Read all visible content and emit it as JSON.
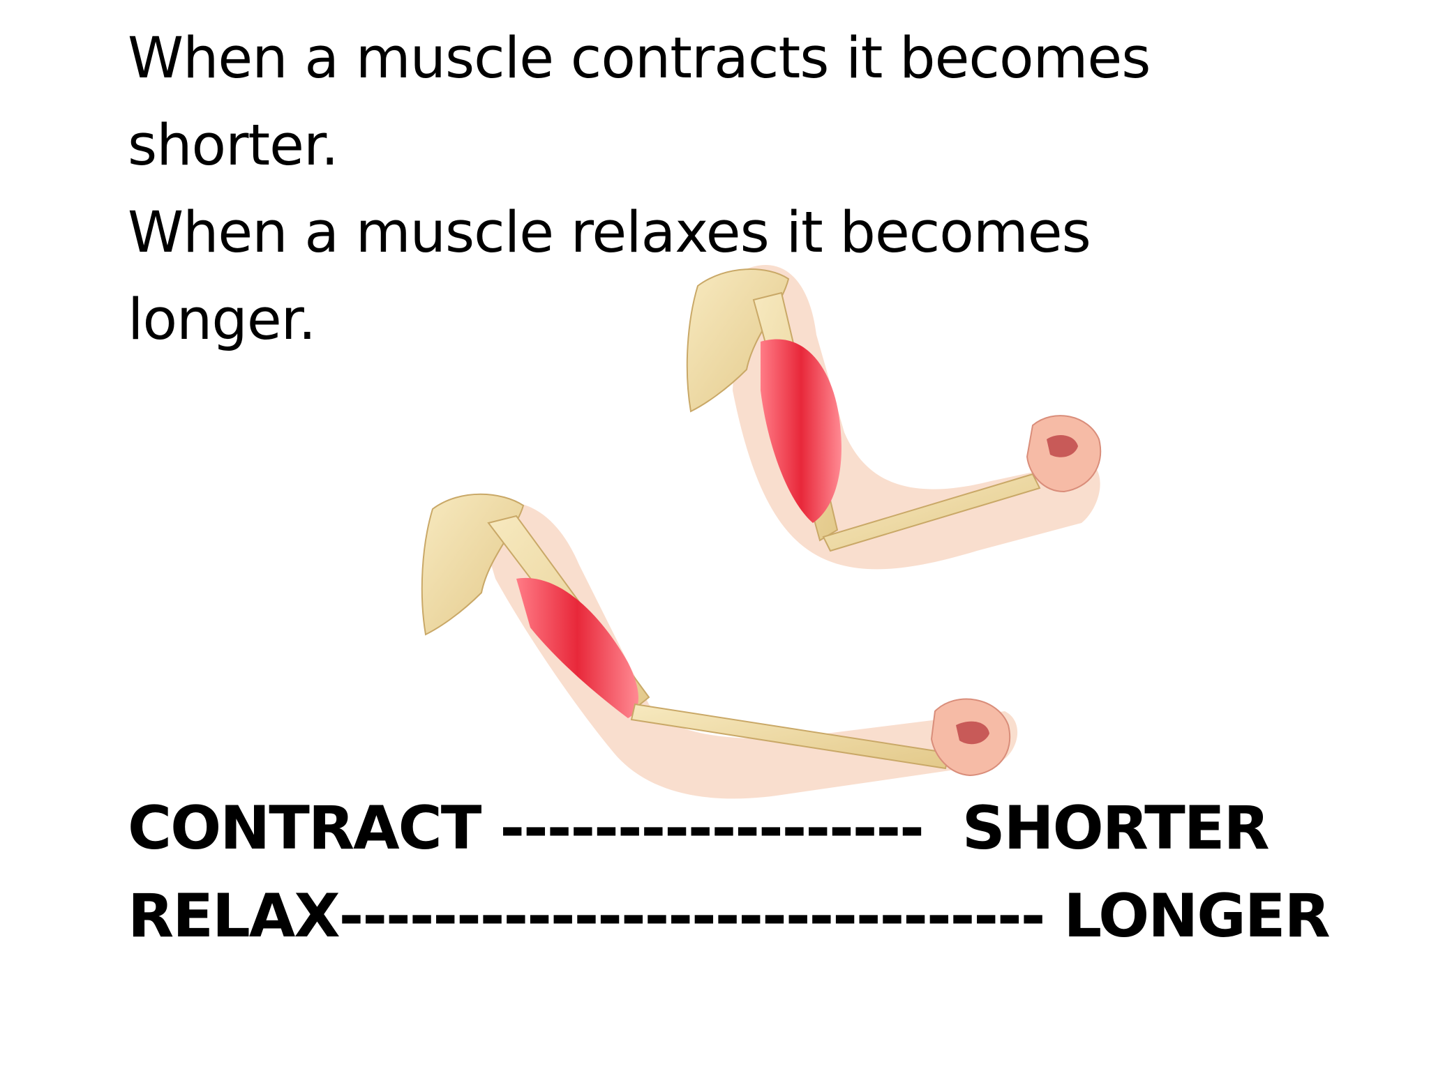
{
  "slide": {
    "lines": [
      "When a muscle contracts it becomes",
      "shorter.",
      "When a muscle relaxes it becomes",
      "longer."
    ],
    "relations": [
      {
        "term": "CONTRACT",
        "connector": " ------------------  ",
        "result": "SHORTER"
      },
      {
        "term": "RELAX",
        "connector": "------------------------------ ",
        "result": "LONGER"
      }
    ]
  },
  "colors": {
    "bone": "#f0dca8",
    "muscle": "#e8283a",
    "skin": "#f6c9b0"
  }
}
